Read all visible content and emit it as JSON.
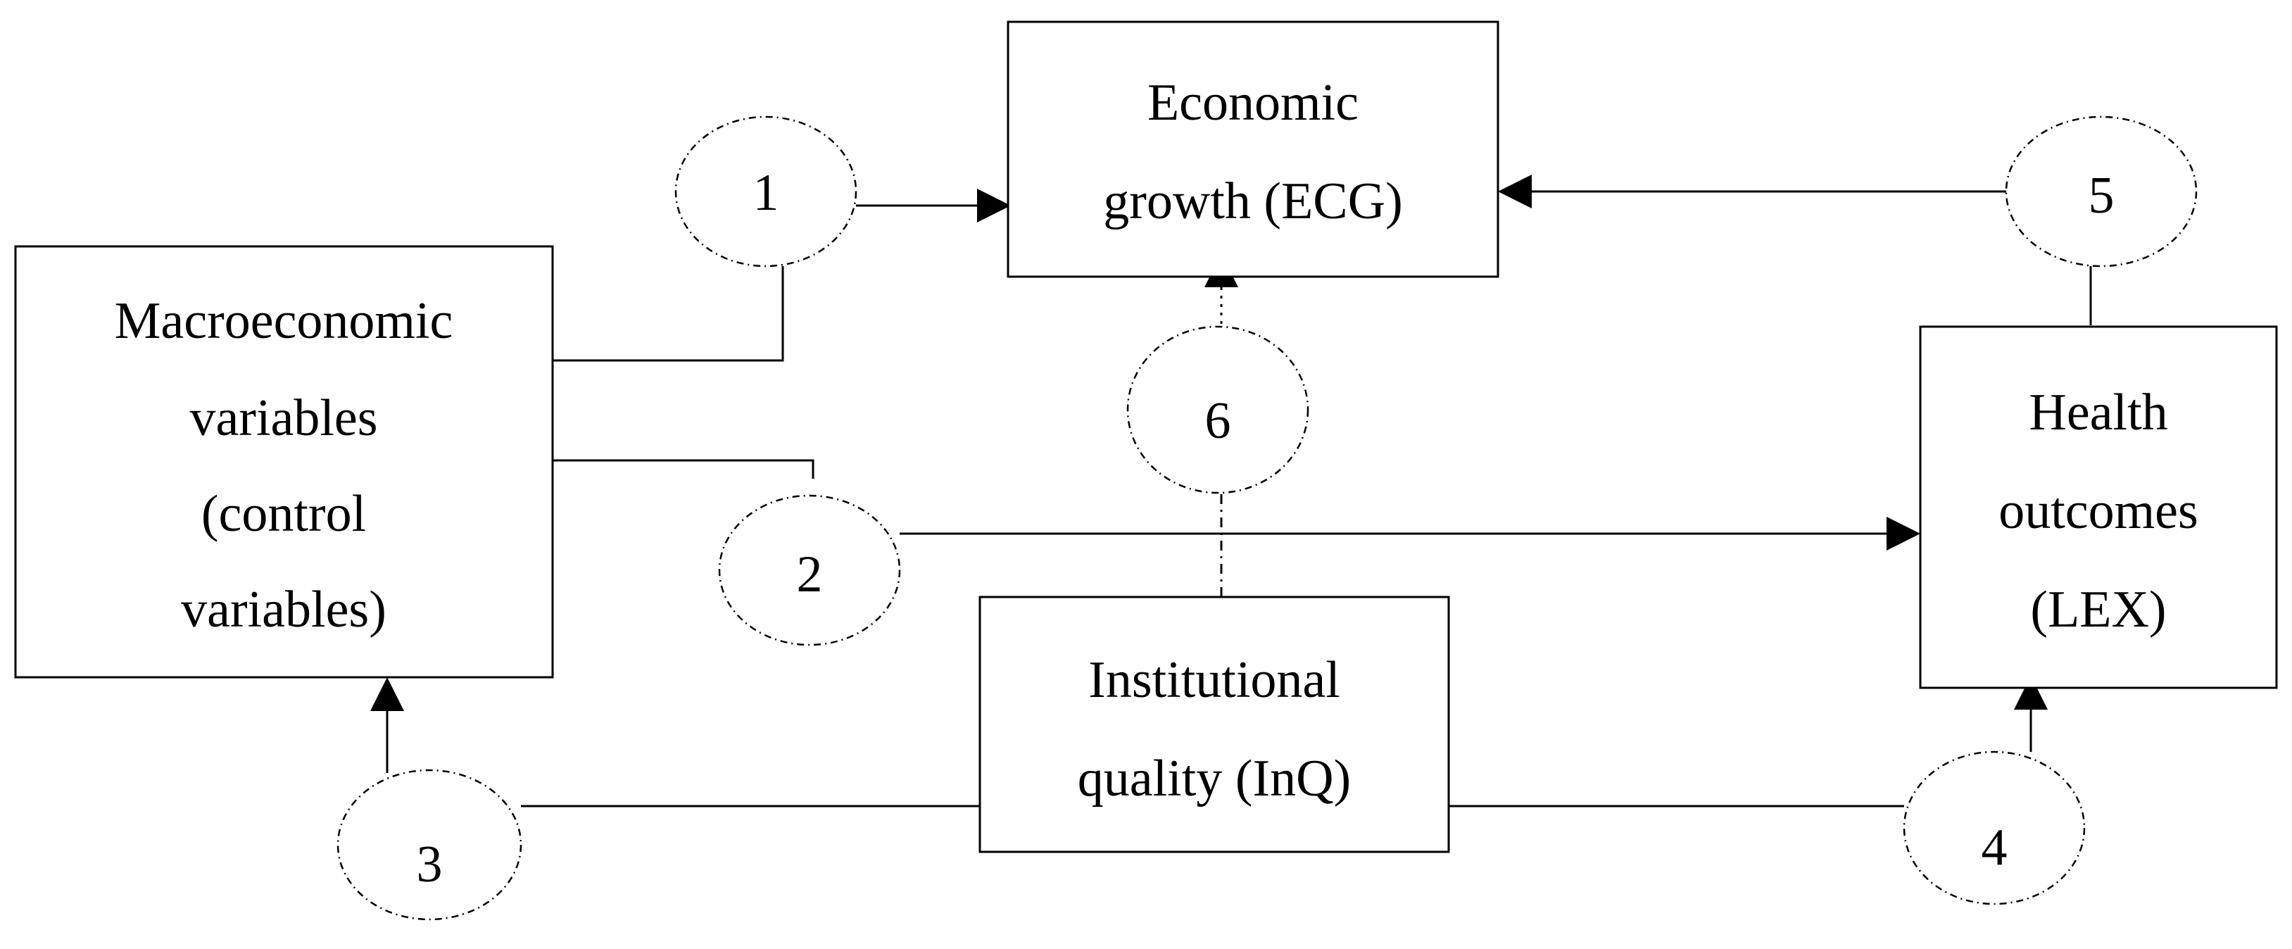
{
  "nodes": {
    "ecg": {
      "lines": [
        "Economic",
        "growth (ECG)"
      ]
    },
    "macro": {
      "lines": [
        "Macroeconomic",
        "variables",
        "(control",
        "variables)"
      ]
    },
    "health": {
      "lines": [
        "Health",
        "outcomes",
        "(LEX)"
      ]
    },
    "inq": {
      "lines": [
        "Institutional",
        "quality (InQ)"
      ]
    }
  },
  "paths": [
    "1",
    "2",
    "3",
    "4",
    "5",
    "6"
  ]
}
